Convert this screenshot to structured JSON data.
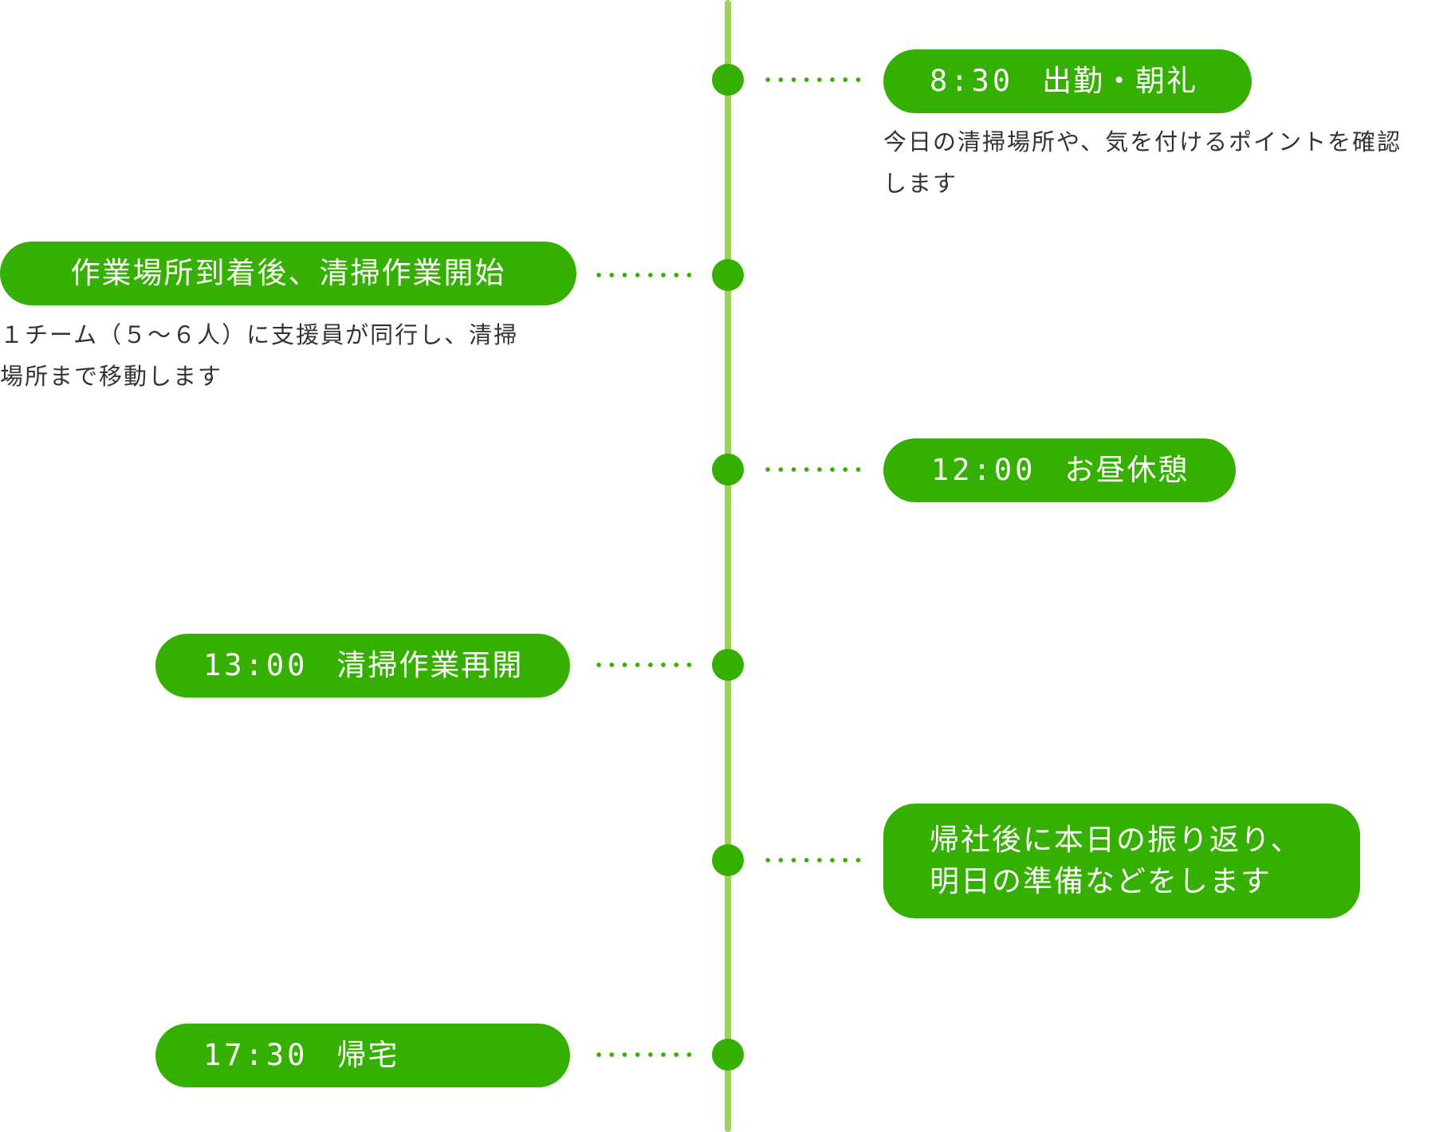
{
  "timeline": {
    "items": [
      {
        "time": "8:30",
        "label": "出勤・朝礼",
        "description": [
          "今日の清掃場所や、気を付けるポイントを確認",
          "します"
        ]
      },
      {
        "time": "",
        "label": "作業場所到着後、清掃作業開始",
        "description": [
          "１チーム（５～６人）に支援員が同行し、清掃",
          "場所まで移動します"
        ]
      },
      {
        "time": "12:00",
        "label": "お昼休憩",
        "description": []
      },
      {
        "time": "13:00",
        "label": "清掃作業再開",
        "description": []
      },
      {
        "time": "",
        "label_lines": [
          "帰社後に本日の振り返り、",
          "明日の準備などをします"
        ],
        "description": []
      },
      {
        "time": "17:30",
        "label": "帰宅",
        "description": []
      }
    ]
  },
  "colors": {
    "accent": "#36b000",
    "spine": "#9bd35a",
    "text": "#333333"
  }
}
